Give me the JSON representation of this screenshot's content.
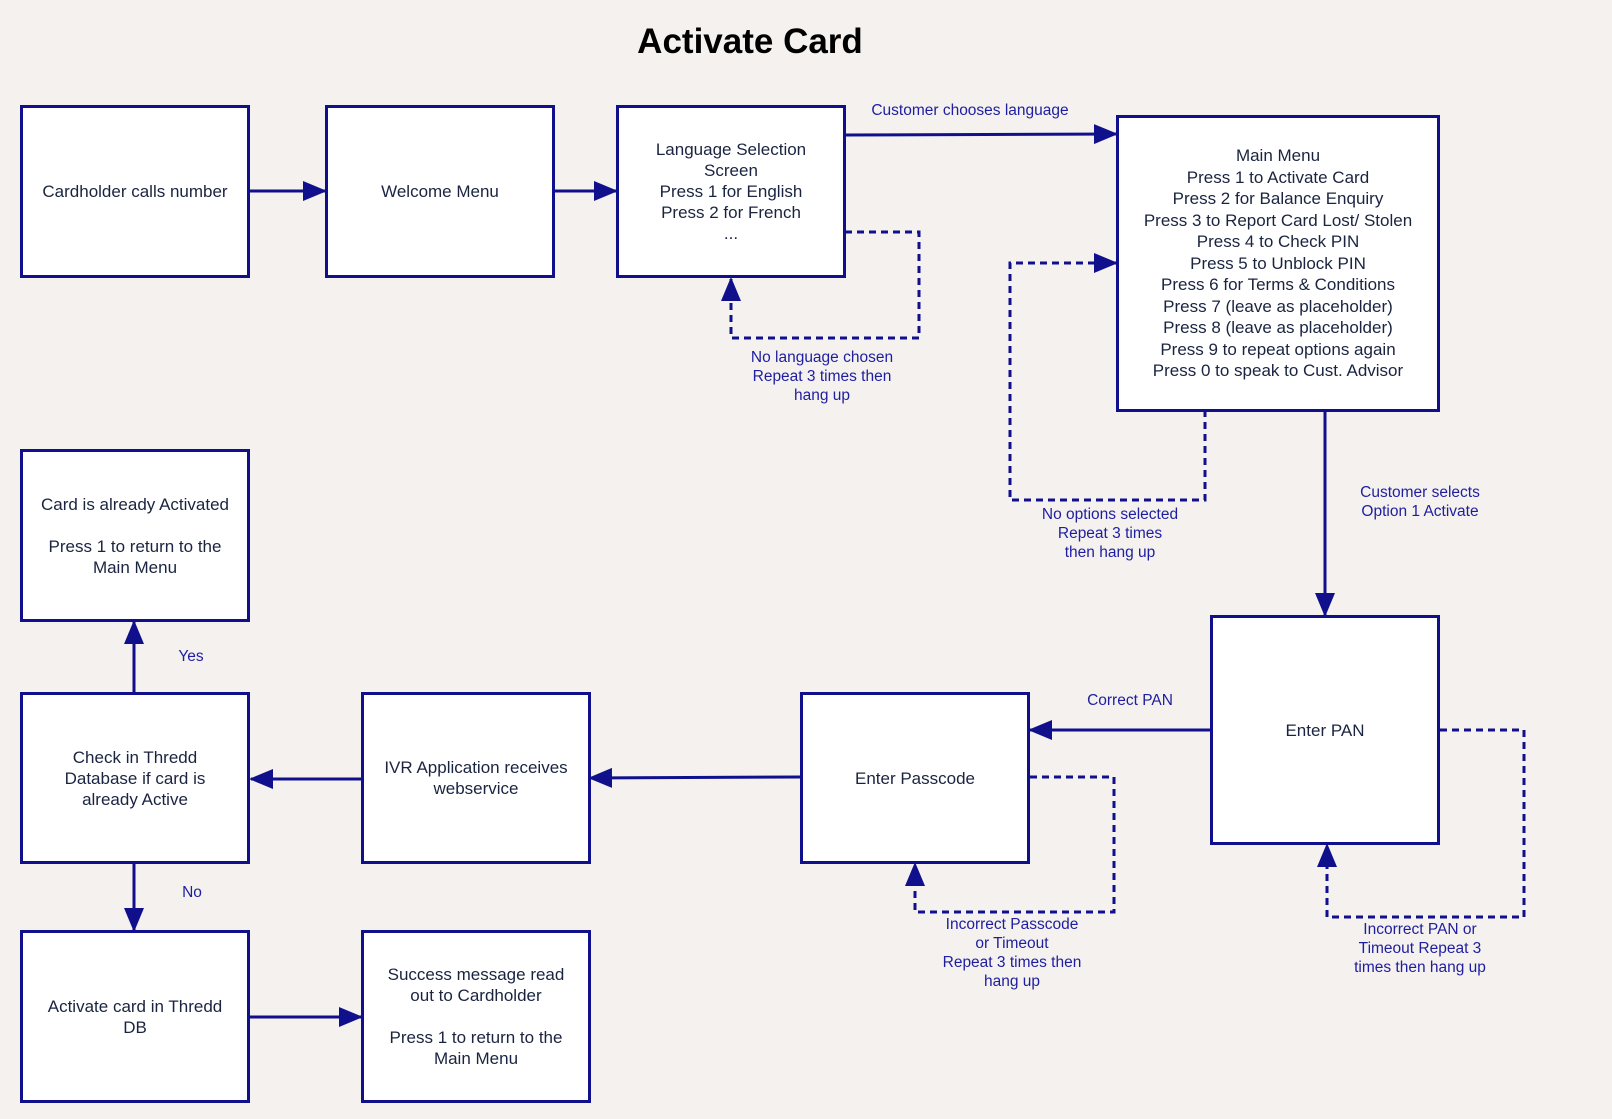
{
  "title": "Activate Card",
  "colors": {
    "stroke": "#10108c",
    "label": "#1e1ea0",
    "background": "#f4f1ee",
    "box_fill": "#ffffff"
  },
  "nodes": {
    "cardholder_calls": "Cardholder calls number",
    "welcome_menu": "Welcome Menu",
    "language_selection": "Language Selection\nScreen\nPress 1 for English\nPress 2 for French\n...",
    "main_menu": "Main Menu\nPress 1 to Activate Card\nPress 2 for Balance Enquiry\nPress 3 to Report Card Lost/ Stolen\nPress 4 to Check PIN\nPress 5 to Unblock PIN\nPress 6 for Terms & Conditions\nPress 7 (leave as placeholder)\nPress 8 (leave as placeholder)\nPress 9 to repeat options again\nPress 0 to speak to Cust. Advisor",
    "card_already_activated": "Card is already Activated\n\nPress 1 to return to the\nMain Menu",
    "check_thredd": "Check in Thredd\nDatabase if card is\nalready Active",
    "ivr_application": "IVR Application receives\nwebservice",
    "enter_passcode": "Enter Passcode",
    "enter_pan": "Enter PAN",
    "activate_card_db": "Activate card in Thredd\nDB",
    "success_message": "Success message read\nout to Cardholder\n\nPress 1 to return to the\nMain Menu"
  },
  "edge_labels": {
    "customer_chooses_language": "Customer chooses language",
    "no_language_chosen": "No language chosen\nRepeat 3 times then\nhang up",
    "no_options_selected": "No options selected\nRepeat 3 times\nthen hang up",
    "customer_selects_option1": "Customer selects\nOption 1 Activate",
    "correct_pan": "Correct PAN",
    "incorrect_passcode": "Incorrect Passcode\nor Timeout\nRepeat 3 times then\nhang up",
    "incorrect_pan": "Incorrect PAN or\nTimeout Repeat 3\ntimes then hang up",
    "yes": "Yes",
    "no": "No"
  }
}
